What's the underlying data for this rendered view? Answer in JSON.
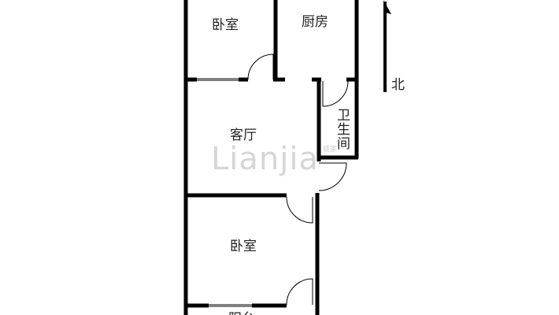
{
  "rooms": {
    "bedroom_top": "卧室",
    "kitchen": "厨房",
    "living_room": "客厅",
    "bathroom": [
      "卫",
      "生",
      "间"
    ],
    "bedroom_bottom": "卧室",
    "balcony": "阳台"
  },
  "compass": {
    "north": "北"
  },
  "watermark": {
    "text": "Lianjia",
    "cn": "链家"
  },
  "colors": {
    "wall": "#000000",
    "window": "#808080",
    "watermark": "#d6d6d6"
  }
}
